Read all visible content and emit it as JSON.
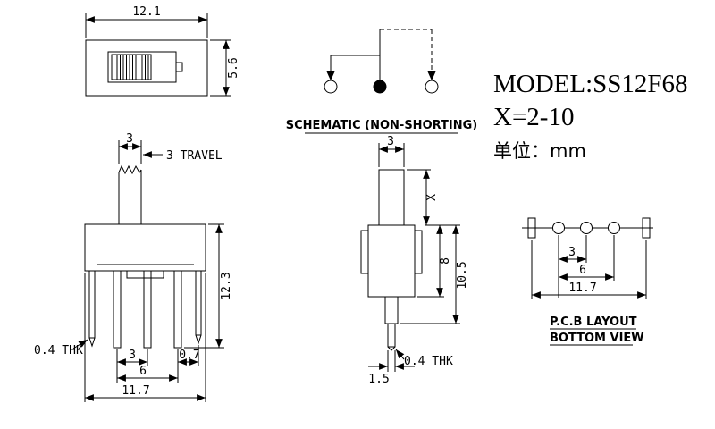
{
  "header": {
    "model": "MODEL:SS12F68",
    "x_range": "X=2-10",
    "unit": "单位：mm"
  },
  "top_view": {
    "dim_width": "12.1",
    "dim_height": "5.6"
  },
  "schematic": {
    "caption": "SCHEMATIC (NON-SHORTING)"
  },
  "front_view": {
    "dim_knob": "3",
    "dim_travel": "3 TRAVEL",
    "dim_height": "12.3",
    "dim_thk": "0.4 THK",
    "dim_pitch": "3",
    "dim_span": "6",
    "dim_offset": "0.7",
    "dim_width": "11.7"
  },
  "side_view": {
    "dim_knob": "3",
    "dim_x": "X",
    "dim_body_height": "8",
    "dim_total_height": "10.5",
    "dim_thk": "0.4 THK",
    "dim_pin_width": "1.5"
  },
  "pcb_view": {
    "dim_pitch": "3",
    "dim_span": "6",
    "dim_width": "11.7",
    "caption_line1": "P.C.B LAYOUT",
    "caption_line2": "BOTTOM VIEW"
  }
}
